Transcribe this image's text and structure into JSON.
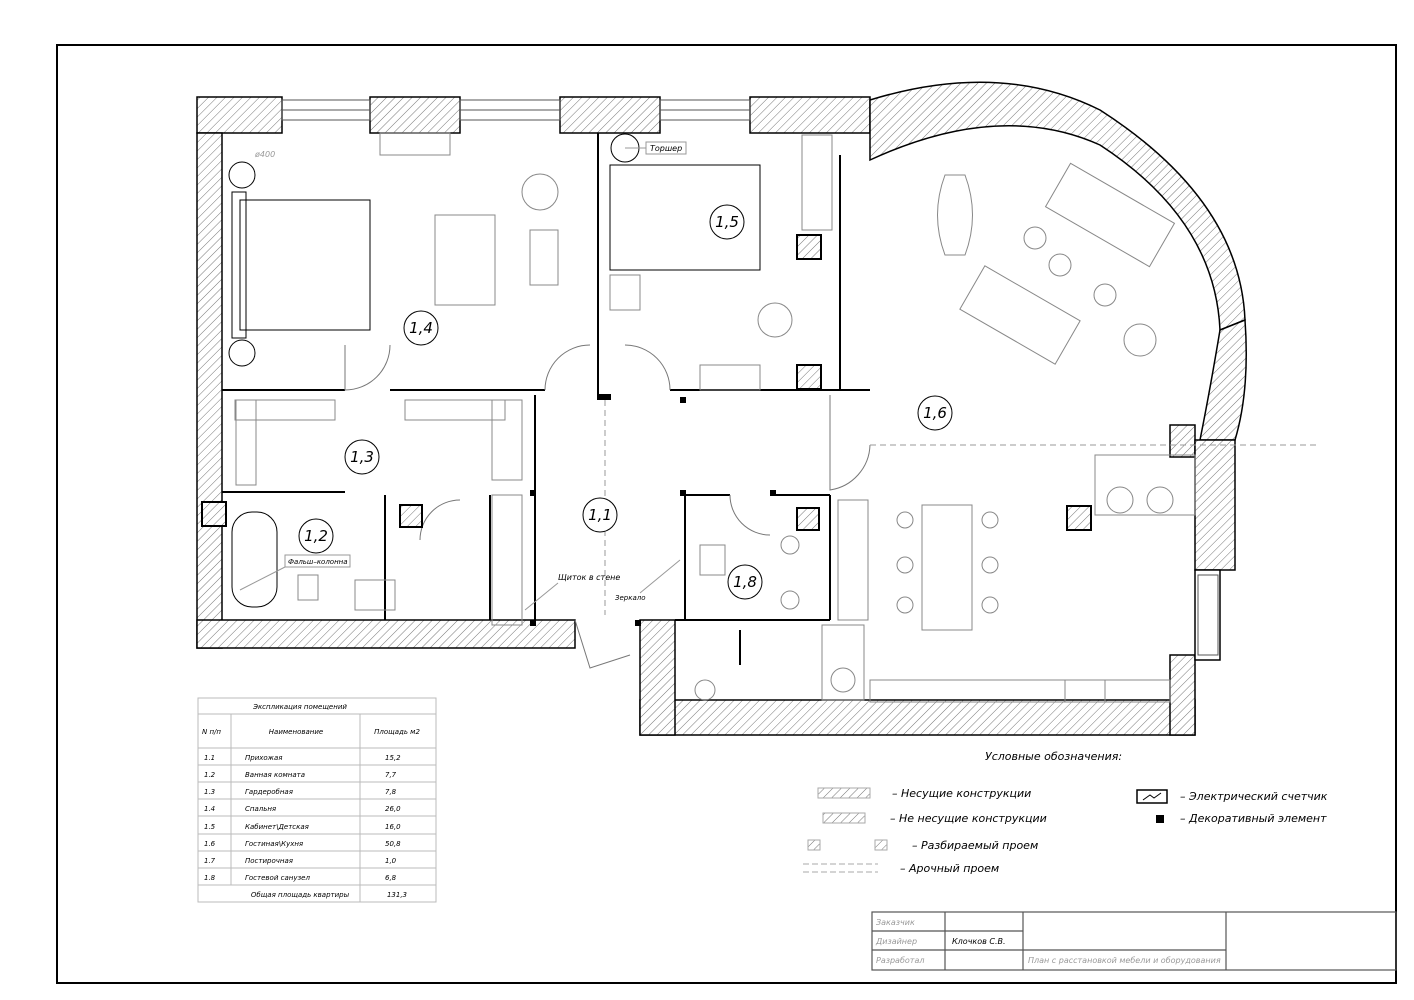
{
  "rooms": {
    "r11": "1,1",
    "r12": "1,2",
    "r13": "1,3",
    "r14": "1,4",
    "r15": "1,5",
    "r16": "1,6",
    "r18": "1,8"
  },
  "annotations": {
    "diameter": "ø400",
    "floor_lamp": "Торшер",
    "false_column": "Фальш–колонна",
    "panel_in_wall": "Щиток в стене",
    "mirror": "Зеркало"
  },
  "explication": {
    "title": "Экспликация помещений",
    "headers": [
      "N п/п",
      "Наименование",
      "Площадь м2"
    ],
    "rows": [
      [
        "1.1",
        "Прихожая",
        "15,2"
      ],
      [
        "1.2",
        "Ванная комната",
        "7,7"
      ],
      [
        "1.3",
        "Гардеробная",
        "7,8"
      ],
      [
        "1.4",
        "Спальня",
        "26,0"
      ],
      [
        "1.5",
        "Кабинет\\Детская",
        "16,0"
      ],
      [
        "1.6",
        "Гостиная\\Кухня",
        "50,8"
      ],
      [
        "1.7",
        "Постирочная",
        "1,0"
      ],
      [
        "1.8",
        "Гостевой санузел",
        "6,8"
      ]
    ],
    "total_label": "Общая площадь квартиры",
    "total_value": "131,3"
  },
  "legend": {
    "title": "Условные обозначения:",
    "items": [
      "– Несущие конструкции",
      "– Не несущие конструкции",
      "– Разбираемый проем",
      "– Арочный проем",
      "– Электрический счетчик",
      "– Декоративный элемент"
    ]
  },
  "title_block": {
    "customer_label": "Заказчик",
    "designer_label": "Дизайнер",
    "designer_value": "Клочков С.В.",
    "developed_label": "Разработал",
    "drawing_title": "План с расстановкой мебели и оборудования"
  },
  "colors": {
    "line": "#000000",
    "thin": "#888888",
    "hatch": "#666666"
  }
}
